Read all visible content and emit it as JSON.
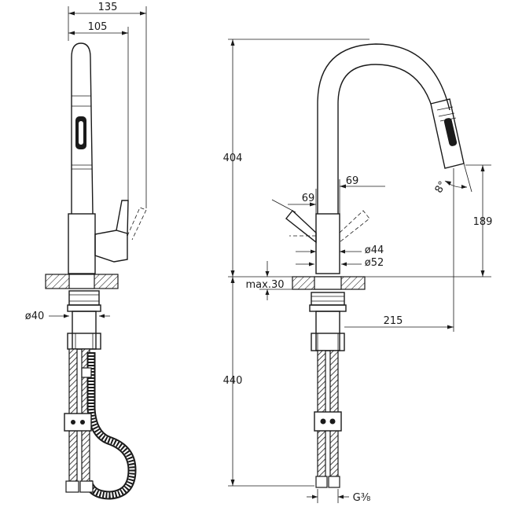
{
  "side_view": {
    "dim_width_total": "135",
    "dim_width_spout": "105",
    "dim_hole_diameter": "ø40"
  },
  "front_view": {
    "dim_height_total": "404",
    "dim_height_spout": "189",
    "dim_handle_left": "69",
    "dim_handle_right": "69",
    "dim_body_diameter": "ø44",
    "dim_base_diameter": "ø52",
    "dim_max_deck": "max.30",
    "dim_reach": "215",
    "dim_hose_length": "440",
    "dim_thread": "G⅜",
    "dim_angle": "8°"
  }
}
